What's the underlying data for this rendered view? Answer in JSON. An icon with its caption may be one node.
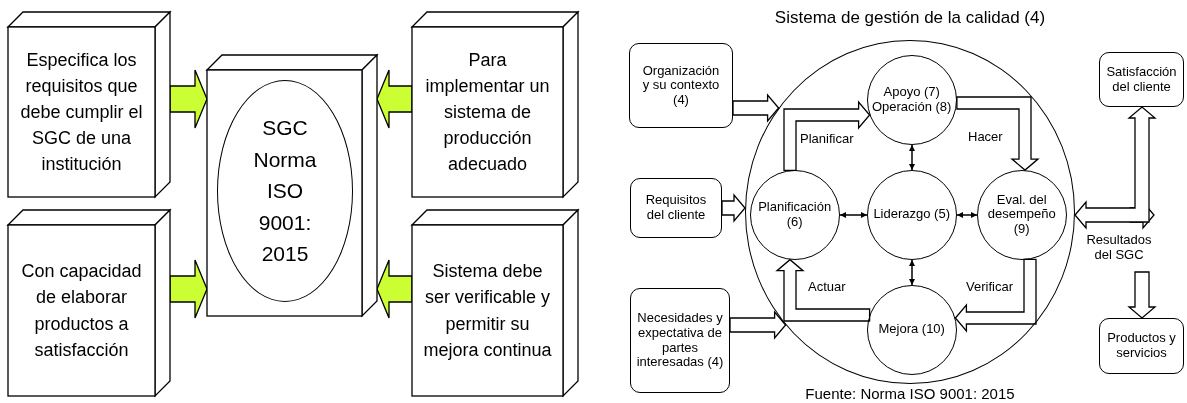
{
  "diagram": {
    "title": "Sistema de gestión de la calidad (4)",
    "caption": "Fuente: Norma ISO 9001: 2015",
    "nodes": [
      {
        "text": [
          "Especifica los requisitos que debe cumplir el SGC de una institución"
        ]
      },
      {
        "text": [
          "Con capacidad de elaborar productos a satisfacción"
        ]
      },
      {
        "text": [],
        "shape": "box"
      },
      {
        "text": [
          "SGC Norma ISO 9001: 2015"
        ],
        "in": 2
      },
      {
        "text": [
          "Para implementar un sistema de producción adecuado"
        ]
      },
      {
        "text": [
          "Sistema debe ser verificable y permitir su mejora continua"
        ]
      },
      {
        "text": [],
        "shape": "circle"
      },
      {
        "text": [
          "Apoyo (7) Operación (8)"
        ],
        "in": 6
      },
      {
        "text": [
          "Planificación (6)"
        ],
        "in": 6
      },
      {
        "text": [
          "Liderazgo (5)"
        ],
        "in": 6
      },
      {
        "text": [
          "Eval. del desempeño (9)"
        ],
        "in": 6
      },
      {
        "text": [
          "Mejora (10)"
        ],
        "in": 6
      },
      {
        "text": [
          "Organización y su contexto (4)"
        ]
      },
      {
        "text": [
          "Requisitos del cliente"
        ]
      },
      {
        "text": [
          "Necesidades y expectativa de partes interesadas (4)"
        ]
      },
      {
        "text": [
          "Satisfacción del cliente"
        ]
      },
      {
        "text": [
          "Productos y servicios"
        ]
      }
    ],
    "edges": [
      {
        "from": 0,
        "to": 2,
        "arrow": "to",
        "style": "thick",
        "color": "#ccff33"
      },
      {
        "from": 1,
        "to": 2,
        "arrow": "to",
        "style": "thick",
        "color": "#ccff33"
      },
      {
        "from": 4,
        "to": 2,
        "arrow": "to",
        "style": "thick",
        "color": "#ccff33"
      },
      {
        "from": 5,
        "to": 2,
        "arrow": "to",
        "style": "thick",
        "color": "#ccff33"
      },
      {
        "from": 12,
        "to": 6,
        "arrow": "to",
        "style": "thick"
      },
      {
        "from": 13,
        "to": 6,
        "arrow": "to",
        "style": "thick"
      },
      {
        "from": 14,
        "to": 6,
        "arrow": "to",
        "style": "thick"
      },
      {
        "from": 8,
        "to": 7,
        "arrow": "to",
        "style": "thick",
        "label": "Planificar"
      },
      {
        "from": 7,
        "to": 10,
        "arrow": "to",
        "style": "thick",
        "label": "Hacer"
      },
      {
        "from": 10,
        "to": 11,
        "arrow": "to",
        "style": "thick",
        "label": "Verificar"
      },
      {
        "from": 11,
        "to": 8,
        "arrow": "to",
        "style": "thick",
        "label": "Actuar"
      },
      {
        "from": 7,
        "to": 9,
        "arrow": "both"
      },
      {
        "from": 8,
        "to": 9,
        "arrow": "both"
      },
      {
        "from": 9,
        "to": 10,
        "arrow": "both"
      },
      {
        "from": 9,
        "to": 11,
        "arrow": "both"
      },
      {
        "from": 6,
        "to": 15,
        "arrow": "both",
        "style": "thick"
      },
      {
        "from": null,
        "to": 16,
        "arrow": "to",
        "style": "thick"
      }
    ],
    "labels": [
      "Resultados del SGC"
    ]
  }
}
